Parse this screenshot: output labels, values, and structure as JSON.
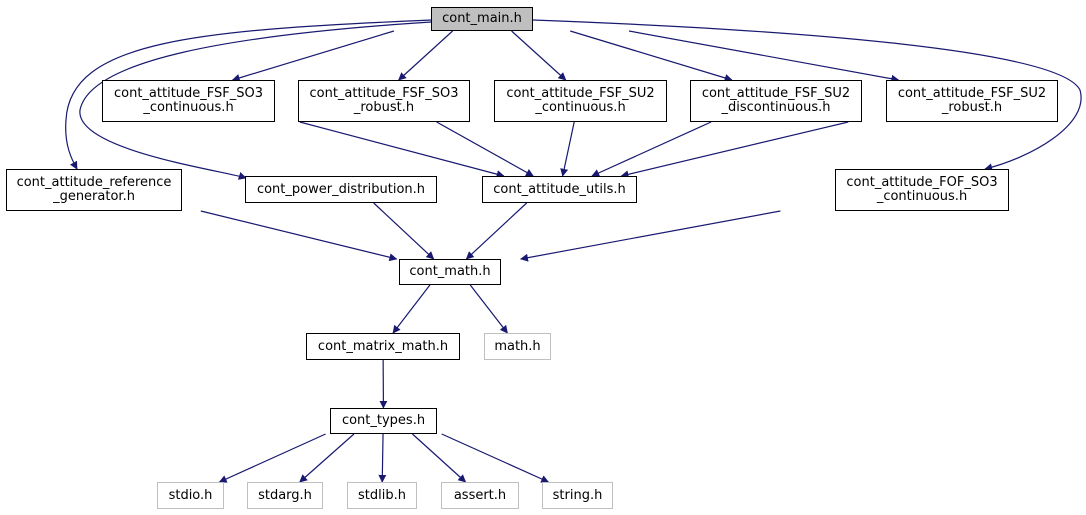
{
  "diagram": {
    "edge_color": "#191970",
    "root_fill": "#bfbfbf",
    "system_border": "#bfbfbf",
    "nodes": {
      "main": {
        "lines": [
          "cont_main.h"
        ],
        "kind": "root"
      },
      "fsf_so3_cont": {
        "lines": [
          "cont_attitude_FSF_SO3",
          "_continuous.h"
        ],
        "kind": "local"
      },
      "fsf_so3_robust": {
        "lines": [
          "cont_attitude_FSF_SO3",
          "_robust.h"
        ],
        "kind": "local"
      },
      "fsf_su2_cont": {
        "lines": [
          "cont_attitude_FSF_SU2",
          "_continuous.h"
        ],
        "kind": "local"
      },
      "fsf_su2_discont": {
        "lines": [
          "cont_attitude_FSF_SU2",
          "_discontinuous.h"
        ],
        "kind": "local"
      },
      "fsf_su2_robust": {
        "lines": [
          "cont_attitude_FSF_SU2",
          "_robust.h"
        ],
        "kind": "local"
      },
      "ref_gen": {
        "lines": [
          "cont_attitude_reference",
          "_generator.h"
        ],
        "kind": "local"
      },
      "power_dist": {
        "lines": [
          "cont_power_distribution.h"
        ],
        "kind": "local"
      },
      "att_utils": {
        "lines": [
          "cont_attitude_utils.h"
        ],
        "kind": "local"
      },
      "fof_so3_cont": {
        "lines": [
          "cont_attitude_FOF_SO3",
          "_continuous.h"
        ],
        "kind": "local"
      },
      "math_h": {
        "lines": [
          "cont_math.h"
        ],
        "kind": "local"
      },
      "matrix_math": {
        "lines": [
          "cont_matrix_math.h"
        ],
        "kind": "local"
      },
      "sys_math": {
        "lines": [
          "math.h"
        ],
        "kind": "system"
      },
      "types": {
        "lines": [
          "cont_types.h"
        ],
        "kind": "local"
      },
      "stdio": {
        "lines": [
          "stdio.h"
        ],
        "kind": "system"
      },
      "stdarg": {
        "lines": [
          "stdarg.h"
        ],
        "kind": "system"
      },
      "stdlib": {
        "lines": [
          "stdlib.h"
        ],
        "kind": "system"
      },
      "assert": {
        "lines": [
          "assert.h"
        ],
        "kind": "system"
      },
      "string": {
        "lines": [
          "string.h"
        ],
        "kind": "system"
      }
    },
    "edges": [
      [
        "main",
        "fsf_so3_cont"
      ],
      [
        "main",
        "fsf_so3_robust"
      ],
      [
        "main",
        "fsf_su2_cont"
      ],
      [
        "main",
        "fsf_su2_discont"
      ],
      [
        "main",
        "fsf_su2_robust"
      ],
      [
        "main",
        "ref_gen"
      ],
      [
        "main",
        "power_dist"
      ],
      [
        "main",
        "fof_so3_cont"
      ],
      [
        "fsf_so3_cont",
        "att_utils"
      ],
      [
        "fsf_so3_robust",
        "att_utils"
      ],
      [
        "fsf_su2_cont",
        "att_utils"
      ],
      [
        "fsf_su2_discont",
        "att_utils"
      ],
      [
        "fsf_su2_robust",
        "att_utils"
      ],
      [
        "ref_gen",
        "math_h"
      ],
      [
        "power_dist",
        "math_h"
      ],
      [
        "att_utils",
        "math_h"
      ],
      [
        "fof_so3_cont",
        "math_h"
      ],
      [
        "math_h",
        "matrix_math"
      ],
      [
        "math_h",
        "sys_math"
      ],
      [
        "matrix_math",
        "types"
      ],
      [
        "types",
        "stdio"
      ],
      [
        "types",
        "stdarg"
      ],
      [
        "types",
        "stdlib"
      ],
      [
        "types",
        "assert"
      ],
      [
        "types",
        "string"
      ]
    ]
  }
}
